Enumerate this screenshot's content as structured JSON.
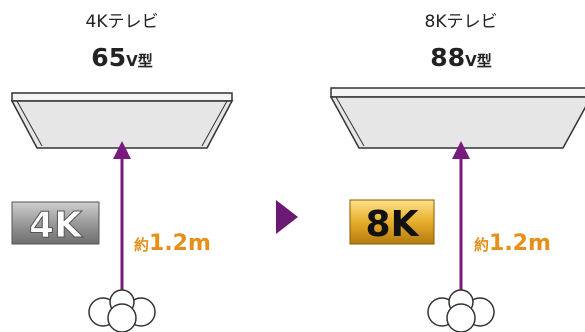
{
  "colors": {
    "arrow": "#7a1a7e",
    "distance": "#e6901c",
    "play": "#6a1a73",
    "badge_4k_bg": "#8a8a8a",
    "badge_8k_bg": "#d9a520",
    "tv_screen": "#e8e8e8",
    "outline": "#333333"
  },
  "left": {
    "label": "4Kテレビ",
    "size_number": "65",
    "size_unit": "V型",
    "badge_text": "4K",
    "distance_prefix": "約",
    "distance_value": "1.2m"
  },
  "right": {
    "label": "8Kテレビ",
    "size_number": "88",
    "size_unit": "V型",
    "badge_text": "8K",
    "distance_prefix": "約",
    "distance_value": "1.2m"
  },
  "icons": {
    "middle": "play-triangle-icon",
    "viewer": "viewer-head-icon"
  }
}
